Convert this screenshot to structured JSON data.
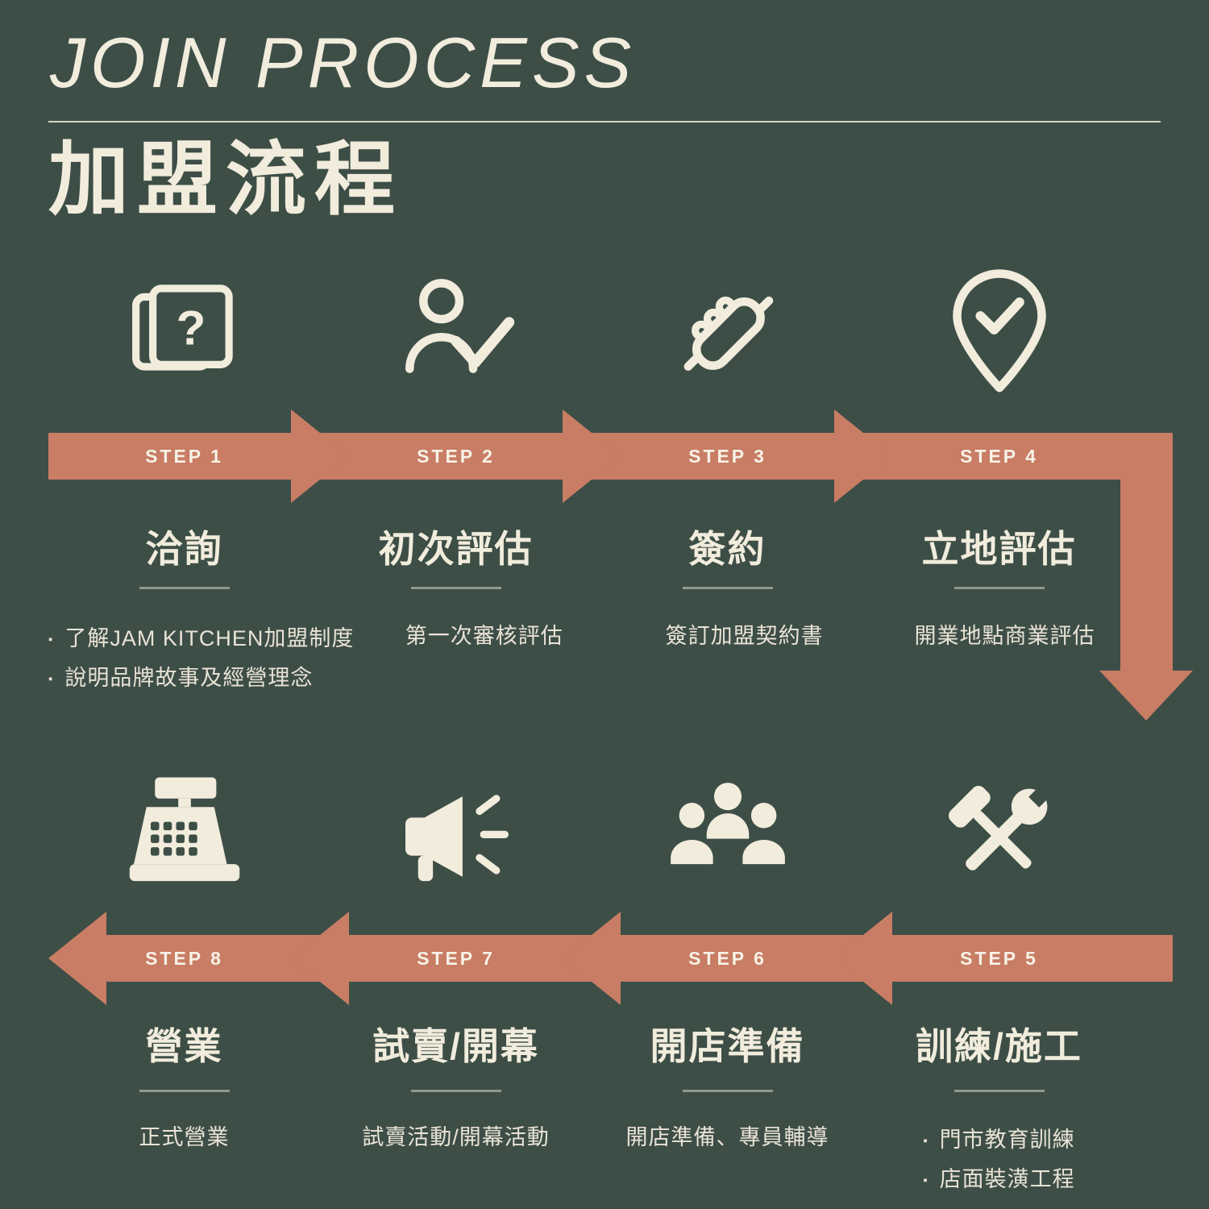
{
  "colors": {
    "background": "#3D4E47",
    "cream": "#F1ECDC",
    "salmon": "#C87D64",
    "divider": "#8E9891",
    "label": "#F7F2E7",
    "text": "#E9E3D5"
  },
  "bullet_marker": "▪",
  "header": {
    "title_en": "JOIN PROCESS",
    "title_zh": "加盟流程"
  },
  "flow": {
    "top_row_direction": "right",
    "bottom_row_direction": "left",
    "top_row_order": [
      "STEP 1",
      "STEP 2",
      "STEP 3",
      "STEP 4"
    ],
    "bottom_row_order": [
      "STEP 8",
      "STEP 7",
      "STEP 6",
      "STEP 5"
    ]
  },
  "steps": [
    {
      "label": "STEP 1",
      "title": "洽詢",
      "icon": "inquiry-documents-icon",
      "bullets": [
        "了解JAM KITCHEN加盟制度",
        "說明品牌故事及經營理念"
      ]
    },
    {
      "label": "STEP 2",
      "title": "初次評估",
      "icon": "applicant-check-icon",
      "description": "第一次審核評估"
    },
    {
      "label": "STEP 3",
      "title": "簽約",
      "icon": "handshake-icon",
      "description": "簽訂加盟契約書"
    },
    {
      "label": "STEP 4",
      "title": "立地評估",
      "icon": "location-check-icon",
      "description": "開業地點商業評估"
    },
    {
      "label": "STEP 5",
      "title": "訓練/施工",
      "icon": "tools-icon",
      "bullets": [
        "門市教育訓練",
        "店面裝潢工程"
      ]
    },
    {
      "label": "STEP 6",
      "title": "開店準備",
      "icon": "meeting-icon",
      "description": "開店準備、專員輔導"
    },
    {
      "label": "STEP 7",
      "title": "試賣/開幕",
      "icon": "megaphone-icon",
      "description": "試賣活動/開幕活動"
    },
    {
      "label": "STEP 8",
      "title": "營業",
      "icon": "cash-register-icon",
      "description": "正式營業"
    }
  ]
}
